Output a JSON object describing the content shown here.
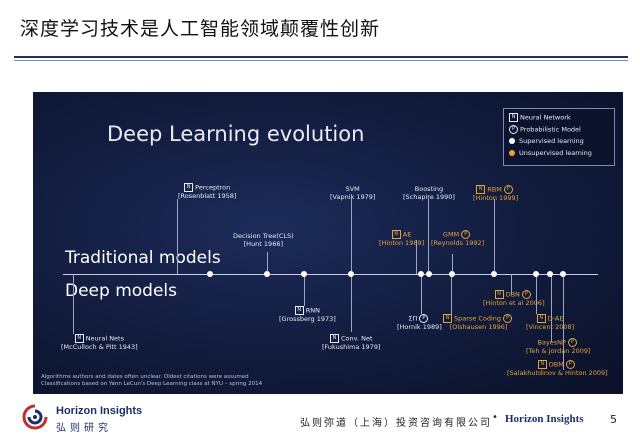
{
  "page": {
    "title": "深度学习技术是人工智能领域颠覆性创新",
    "page_number": "5"
  },
  "slide": {
    "title": "Deep Learning evolution",
    "traditional_heading": "Traditional models",
    "deep_heading": "Deep models",
    "legend": {
      "neural_badge": "N",
      "neural": "Neural Network",
      "prob_badge": "P",
      "probabilistic": "Probabilistic Model",
      "supervised": "Supervised learning",
      "unsupervised": "Unsupervised learning",
      "supervised_color": "#ffffff",
      "unsupervised_color": "#e6a33a"
    },
    "nodes": {
      "perceptron": {
        "badge": "N",
        "name": "Perceptron",
        "ref": "[Rosenblatt 1958]"
      },
      "decision_tree": {
        "name": "Decision Tree(CLS)",
        "ref": "[Hunt 1966]"
      },
      "svm": {
        "name": "SVM",
        "ref": "[Vapnik 1979]"
      },
      "boosting": {
        "name": "Boosting",
        "ref": "[Schapire 1990]"
      },
      "rbm": {
        "badge": "N",
        "name": "RBM",
        "badge2": "P",
        "ref": "[Hinton 1999]"
      },
      "ae": {
        "badge": "N",
        "name": "AE",
        "ref": "[Hinton 1989]"
      },
      "gmm": {
        "name": "GMM",
        "badge2": "P",
        "ref": "[Reynolds 1992]"
      },
      "neural_nets": {
        "badge": "N",
        "name": "Neural Nets",
        "ref": "[McCulloch & Pitt 1943]"
      },
      "rnn": {
        "badge": "N",
        "name": "RNN",
        "ref": "[Grossberg 1973]"
      },
      "conv_net": {
        "badge": "N",
        "name": "Conv. Net",
        "ref": "[Fukushima 1979]"
      },
      "sum_prod": {
        "name": "ΣΠ",
        "badge2": "P",
        "ref": "[Hornik 1989]"
      },
      "sparse_coding": {
        "badge": "N",
        "name": "Sparse Coding",
        "badge2": "P",
        "ref": "[Olshausen 1996]"
      },
      "dbn": {
        "badge": "N",
        "name": "DBN",
        "badge2": "P",
        "ref": "[Hinton et al 2006]"
      },
      "dae": {
        "badge": "N",
        "name": "D-AE",
        "ref": "[Vincent 2008]"
      },
      "bayesnp": {
        "name": "BayesNP",
        "badge2": "P",
        "ref": "[Teh & Jordan 2009]"
      },
      "dbm": {
        "badge": "N",
        "name": "DBM",
        "badge2": "P",
        "ref": "[Salakhutdinov & Hinton 2009]"
      }
    },
    "footnote_1": "Algorithms authors and dates often unclear. Oldest citations were assumed",
    "footnote_2": "Classifications based on Yann LeCun's Deep Learning class at NYU – spring 2014"
  },
  "footer": {
    "brand_name": "Horizon Insights",
    "brand_cn": "弘则研究",
    "company": "弘则弥道（上海）投资咨询有限公司",
    "separator": "•",
    "brand_right": "Horizon Insights"
  }
}
